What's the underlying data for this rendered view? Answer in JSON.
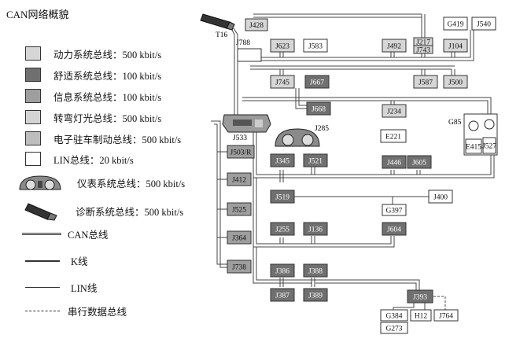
{
  "title": "CAN网络概貌",
  "legend": {
    "bus_items": [
      {
        "label": "动力系统总线：500 kbit/s",
        "color": "#d6d6d6"
      },
      {
        "label": "舒适系统总线：100 kbit/s",
        "color": "#707070"
      },
      {
        "label": "信息系统总线：100 kbit/s",
        "color": "#9e9e9e"
      },
      {
        "label": "转弯灯光总线：500 kbit/s",
        "color": "#d3d3d3"
      },
      {
        "label": "电子驻车制动总线：500 kbit/s",
        "color": "#bdbdbd"
      },
      {
        "label": "LIN总线：20 kbit/s",
        "color": "#ffffff"
      }
    ],
    "instrument_label": "仪表系统总线：500 kbit/s",
    "diag_label": "诊断系统总线：500 kbit/s",
    "line_items": [
      {
        "style": "can",
        "label": "CAN总线"
      },
      {
        "style": "k",
        "label": "K线"
      },
      {
        "style": "lin",
        "label": "LIN线"
      },
      {
        "style": "serial",
        "label": "串行数据总线"
      }
    ]
  },
  "nodes": [
    {
      "id": "J428",
      "fill": "#d6d6d6"
    },
    {
      "id": "J623",
      "fill": "#d6d6d6"
    },
    {
      "id": "J583",
      "fill": "#ffffff"
    },
    {
      "id": "J492",
      "fill": "#d6d6d6"
    },
    {
      "id": "J217",
      "fill": "#d6d6d6"
    },
    {
      "id": "J743",
      "fill": "#d6d6d6"
    },
    {
      "id": "G419",
      "fill": "#ffffff"
    },
    {
      "id": "J540",
      "fill": "#ffffff"
    },
    {
      "id": "J104",
      "fill": "#d6d6d6"
    },
    {
      "id": "J745",
      "fill": "#d6d6d6"
    },
    {
      "id": "J667",
      "fill": "#707070"
    },
    {
      "id": "J587",
      "fill": "#d6d6d6"
    },
    {
      "id": "J500",
      "fill": "#d6d6d6"
    },
    {
      "id": "J668",
      "fill": "#707070"
    },
    {
      "id": "J234",
      "fill": "#d6d6d6"
    },
    {
      "id": "E221",
      "fill": "#ffffff"
    },
    {
      "id": "E415",
      "fill": "#ffffff"
    },
    {
      "id": "J527",
      "fill": "#ffffff"
    },
    {
      "id": "J503/R",
      "fill": "#9e9e9e"
    },
    {
      "id": "J412",
      "fill": "#9e9e9e"
    },
    {
      "id": "J525",
      "fill": "#9e9e9e"
    },
    {
      "id": "J364",
      "fill": "#9e9e9e"
    },
    {
      "id": "J738",
      "fill": "#9e9e9e"
    },
    {
      "id": "J345",
      "fill": "#707070"
    },
    {
      "id": "J521",
      "fill": "#707070"
    },
    {
      "id": "J446",
      "fill": "#707070"
    },
    {
      "id": "J605",
      "fill": "#707070"
    },
    {
      "id": "J519",
      "fill": "#707070"
    },
    {
      "id": "J400",
      "fill": "#ffffff"
    },
    {
      "id": "G397",
      "fill": "#ffffff"
    },
    {
      "id": "J255",
      "fill": "#707070"
    },
    {
      "id": "J136",
      "fill": "#707070"
    },
    {
      "id": "J604",
      "fill": "#707070"
    },
    {
      "id": "J386",
      "fill": "#707070"
    },
    {
      "id": "J388",
      "fill": "#707070"
    },
    {
      "id": "J387",
      "fill": "#707070"
    },
    {
      "id": "J389",
      "fill": "#707070"
    },
    {
      "id": "J393",
      "fill": "#707070"
    },
    {
      "id": "G384",
      "fill": "#ffffff"
    },
    {
      "id": "G273",
      "fill": "#ffffff"
    },
    {
      "id": "H12",
      "fill": "#ffffff"
    },
    {
      "id": "J764",
      "fill": "#ffffff"
    }
  ],
  "labels": {
    "t16": "T16",
    "j788": "J788",
    "j533": "J533",
    "j285": "J285",
    "g85": "G85"
  },
  "icons": {
    "diag": "diagnostic-connector-icon",
    "gateway": "gateway-module-icon",
    "cluster": "instrument-cluster-icon"
  }
}
